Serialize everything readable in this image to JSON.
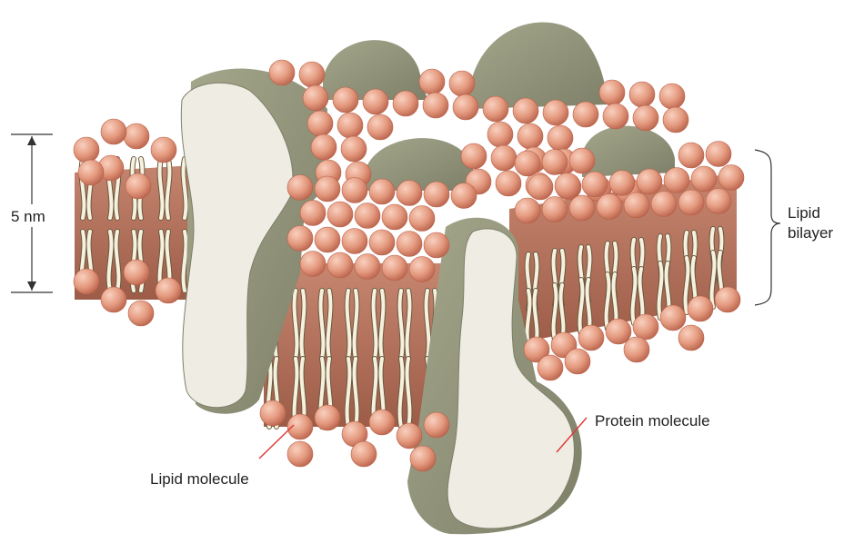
{
  "diagram": {
    "labels": {
      "thickness": "5 nm",
      "bilayer_line1": "Lipid",
      "bilayer_line2": "bilayer",
      "protein": "Protein molecule",
      "lipid": "Lipid molecule"
    },
    "colors": {
      "head": "#e49a7f",
      "head_shadow": "#b8614a",
      "tail": "#f6f1de",
      "tail_stroke": "#6a5a40",
      "core": "#b5735c",
      "protein_dark": "#8f917a",
      "protein_light": "#efece3",
      "pointer": "#e03a3a"
    }
  }
}
